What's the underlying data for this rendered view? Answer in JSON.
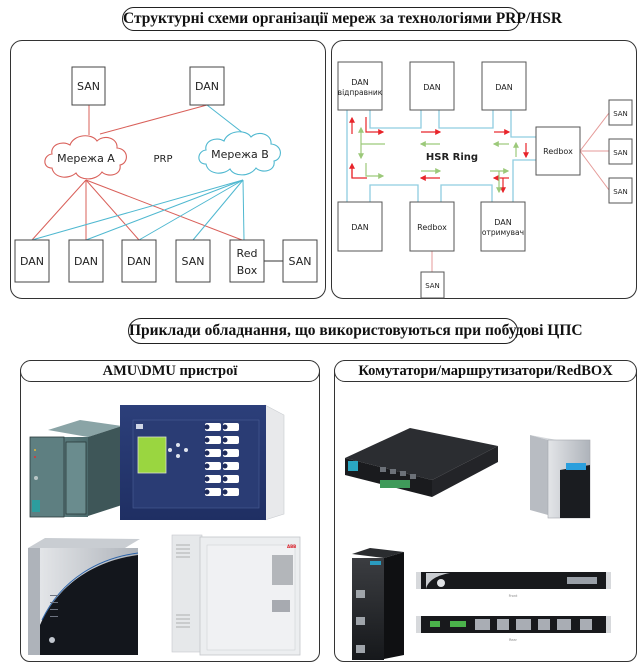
{
  "titles": {
    "top": "Структурні схеми організації мереж за технологіями PRP/HSR",
    "bottom": "Приклади обладнання, що використовуються при побудові ЦПС"
  },
  "prp_diagram": {
    "label": "PRP",
    "network_a": "Мережа А",
    "network_b": "Мережа В",
    "top_nodes": [
      "SAN",
      "DAN"
    ],
    "bottom_nodes": [
      "DAN",
      "DAN",
      "DAN",
      "SAN",
      "Red",
      "Box",
      "SAN"
    ],
    "colors": {
      "network_a": "#d9605a",
      "network_b": "#4fb8d0",
      "link": "#333333"
    }
  },
  "hsr_diagram": {
    "label": "HSR Ring",
    "nodes": {
      "sender_line1": "DAN",
      "sender_line2": "відправник",
      "top_middle": "DAN",
      "top_right": "DAN",
      "right_redbox": "Redbox",
      "bottom_left": "DAN",
      "bottom_redbox": "Redbox",
      "receiver_line1": "DAN",
      "receiver_line2": "отримувач",
      "san_right": [
        "SAN",
        "SAN",
        "SAN"
      ],
      "san_bottom": "SAN"
    },
    "colors": {
      "ring": "#8fcde0",
      "arrow_red": "#e8242a",
      "arrow_green": "#9cc97a",
      "san_link": "#e59a98"
    }
  },
  "sections": {
    "amu": {
      "title": "AMU\\DMU пристрої",
      "devices": [
        "modular-protection-relay",
        "bay-control-unit",
        "ge-merging-unit",
        "abb-merging-unit"
      ]
    },
    "switches": {
      "title": "Комутатори/маршрутизатори/RedBOX",
      "devices": [
        "rack-switch-router",
        "ge-redbox",
        "siemens-redbox",
        "ethernet-switch-front-rear"
      ],
      "captions": {
        "front": "Front",
        "rear": "Rear"
      }
    }
  }
}
